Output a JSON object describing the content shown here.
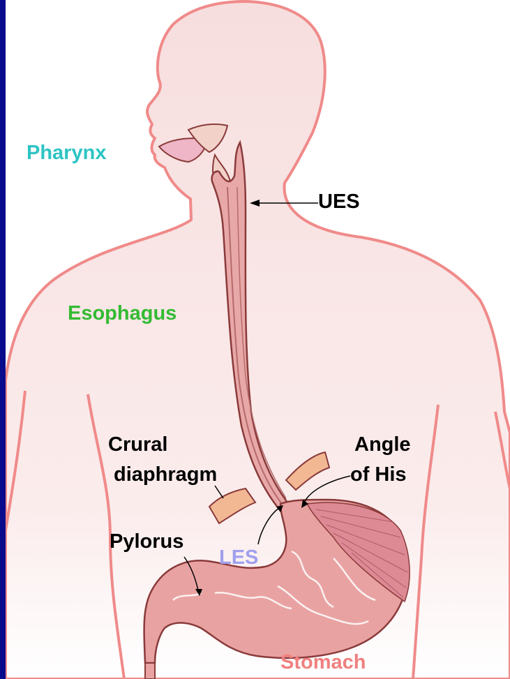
{
  "labels": {
    "pharynx": "Pharynx",
    "ues": "UES",
    "esophagus": "Esophagus",
    "crural_line1": "Crural",
    "crural_line2": "diaphragm",
    "angle_line1": "Angle",
    "angle_line2": "of His",
    "pylorus": "Pylorus",
    "les": "LES",
    "stomach": "Stomach"
  },
  "colors": {
    "background_border": "#0a0a8c",
    "body_outline": "#f08a8a",
    "body_fill": "#fae4e4",
    "tissue": "#e4a2a2",
    "diaphragm": "#f2b894",
    "pharynx_label": "#2ec4c4",
    "esophagus_label": "#33bb33",
    "les_label": "#a0a0ee",
    "stomach_label": "#f08080",
    "dark_label": "#000000"
  }
}
